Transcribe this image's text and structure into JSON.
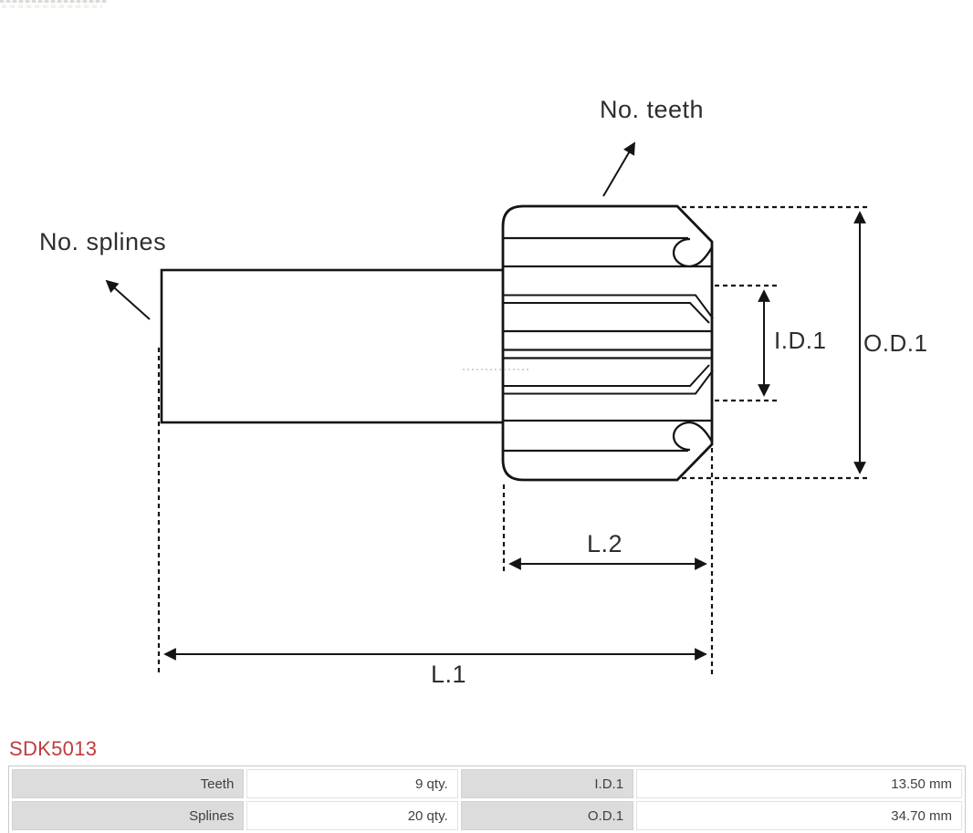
{
  "colors": {
    "line": "#141414",
    "accent_red": "#bf3b3d",
    "table_label_bg": "#dcdcdc",
    "table_border": "#c9c9c9"
  },
  "diagram": {
    "labels": {
      "teeth": "No. teeth",
      "splines": "No. splines",
      "id1": "I.D.1",
      "od1": "O.D.1",
      "l2": "L.2",
      "l1": "L.1"
    }
  },
  "part_number": "SDK5013",
  "spec_table": {
    "rows": [
      {
        "label1": "Teeth",
        "value1": "9 qty.",
        "label2": "I.D.1",
        "value2": "13.50 mm"
      },
      {
        "label1": "Splines",
        "value1": "20 qty.",
        "label2": "O.D.1",
        "value2": "34.70 mm"
      }
    ]
  }
}
